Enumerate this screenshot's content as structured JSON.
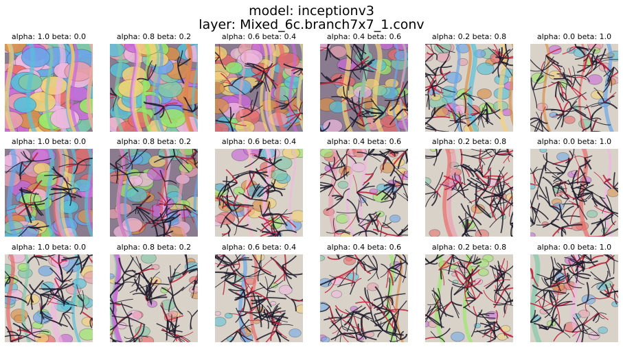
{
  "figure": {
    "title_line1": "model: inceptionv3",
    "title_line2": "layer: Mixed_6c.branch7x7_1.conv"
  },
  "rows": [
    {
      "panels": [
        {
          "caption": "alpha: 1.0  beta: 0.0",
          "alpha": 1.0,
          "beta": 0.0
        },
        {
          "caption": "alpha: 0.8  beta: 0.2",
          "alpha": 0.8,
          "beta": 0.2
        },
        {
          "caption": "alpha: 0.6  beta: 0.4",
          "alpha": 0.6,
          "beta": 0.4
        },
        {
          "caption": "alpha: 0.4  beta: 0.6",
          "alpha": 0.4,
          "beta": 0.6
        },
        {
          "caption": "alpha: 0.2  beta: 0.8",
          "alpha": 0.2,
          "beta": 0.8
        },
        {
          "caption": "alpha: 0.0  beta: 1.0",
          "alpha": 0.0,
          "beta": 1.0
        }
      ]
    },
    {
      "panels": [
        {
          "caption": "alpha: 1.0  beta: 0.0",
          "alpha": 1.0,
          "beta": 0.0
        },
        {
          "caption": "alpha: 0.8  beta: 0.2",
          "alpha": 0.8,
          "beta": 0.2
        },
        {
          "caption": "alpha: 0.6  beta: 0.4",
          "alpha": 0.6,
          "beta": 0.4
        },
        {
          "caption": "alpha: 0.4  beta: 0.6",
          "alpha": 0.4,
          "beta": 0.6
        },
        {
          "caption": "alpha: 0.2  beta: 0.8",
          "alpha": 0.2,
          "beta": 0.8
        },
        {
          "caption": "alpha: 0.0  beta: 1.0",
          "alpha": 0.0,
          "beta": 1.0
        }
      ]
    },
    {
      "panels": [
        {
          "caption": "alpha: 1.0  beta: 0.0",
          "alpha": 1.0,
          "beta": 0.0
        },
        {
          "caption": "alpha: 0.8  beta: 0.2",
          "alpha": 0.8,
          "beta": 0.2
        },
        {
          "caption": "alpha: 0.6  beta: 0.4",
          "alpha": 0.6,
          "beta": 0.4
        },
        {
          "caption": "alpha: 0.4  beta: 0.6",
          "alpha": 0.4,
          "beta": 0.6
        },
        {
          "caption": "alpha: 0.2  beta: 0.8",
          "alpha": 0.2,
          "beta": 0.8
        },
        {
          "caption": "alpha: 0.0  beta: 1.0",
          "alpha": 0.0,
          "beta": 1.0
        }
      ]
    }
  ]
}
